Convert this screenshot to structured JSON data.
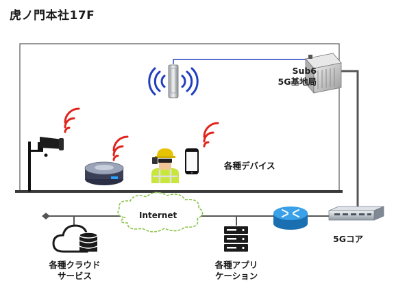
{
  "title": "虎ノ門本社17F",
  "base_station": {
    "line1": "Sub6",
    "line2": "5G基地局"
  },
  "devices_label": "各種デバイス",
  "network": {
    "cloud_label": "Internet"
  },
  "core_label": "5Gコア",
  "cloud_services": {
    "line1": "各種クラウド",
    "line2": "サービス"
  },
  "applications": {
    "line1": "各種アプリ",
    "line2": "ケーション"
  },
  "colors": {
    "wire": "#444444",
    "link": "#1f3fbf",
    "wifi": "#e0241b",
    "router": "#2e8fd6",
    "cloud": "#8bc34a",
    "worker": "#e6c200",
    "vest": "#c8e63c"
  }
}
